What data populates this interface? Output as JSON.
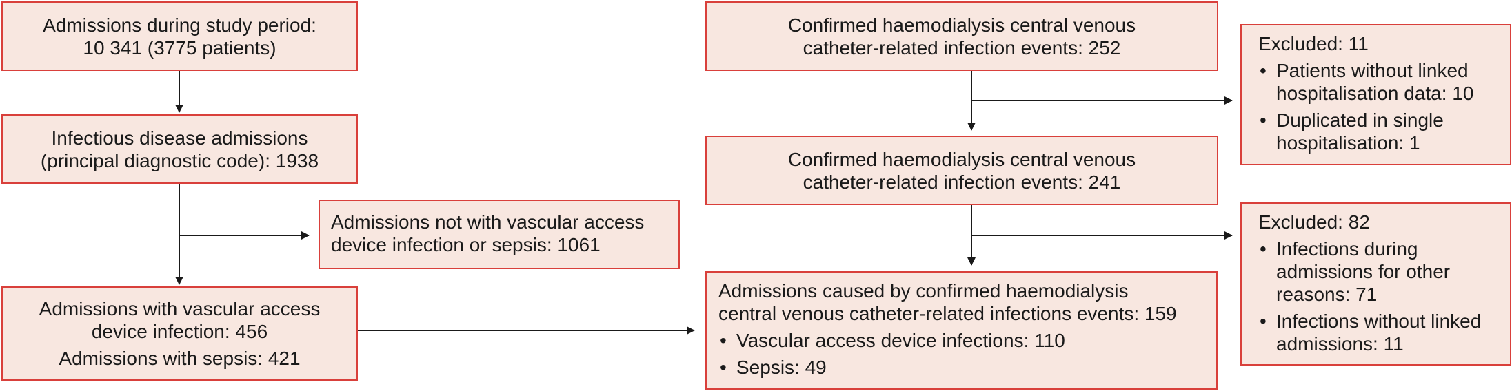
{
  "left_column": {
    "box1": {
      "line1": "Admissions during study period:",
      "line2": "10 341 (3775 patients)"
    },
    "box2": {
      "line1": "Infectious disease admissions",
      "line2": "(principal diagnostic code): 1938"
    },
    "box3": {
      "line1": "Admissions not with vascular access",
      "line2": "device infection or sepsis: 1061"
    },
    "box4": {
      "line1": "Admissions with vascular access",
      "line2": "device  infection: 456",
      "line3": "Admissions with sepsis: 421"
    }
  },
  "middle_column": {
    "box5": {
      "line1": "Confirmed haemodialysis central venous",
      "line2": "catheter-related infection events: 252"
    },
    "box6": {
      "line1": "Confirmed haemodialysis central venous",
      "line2": "catheter-related infection events: 241"
    },
    "box7": {
      "line1": "Admissions caused by confirmed haemodialysis",
      "line2": "central venous catheter-related infections events: 159",
      "bullets": [
        "Vascular access device infections: 110",
        "Sepsis: 49"
      ]
    }
  },
  "right_column": {
    "excl1": {
      "title": "Excluded: 11",
      "bullets": [
        [
          "Patients without linked",
          "hospitalisation data: 10"
        ],
        [
          "Duplicated in single",
          "hospitalisation: 1"
        ]
      ]
    },
    "excl2": {
      "title": "Excluded: 82",
      "bullets": [
        [
          "Infections during",
          "admissions for other",
          "reasons: 71"
        ],
        [
          "Infections without linked",
          "admissions: 11"
        ]
      ]
    }
  },
  "colors": {
    "box_fill": "#f8e7e0",
    "box_border": "#d9403b",
    "arrow": "#1a1a1a"
  }
}
